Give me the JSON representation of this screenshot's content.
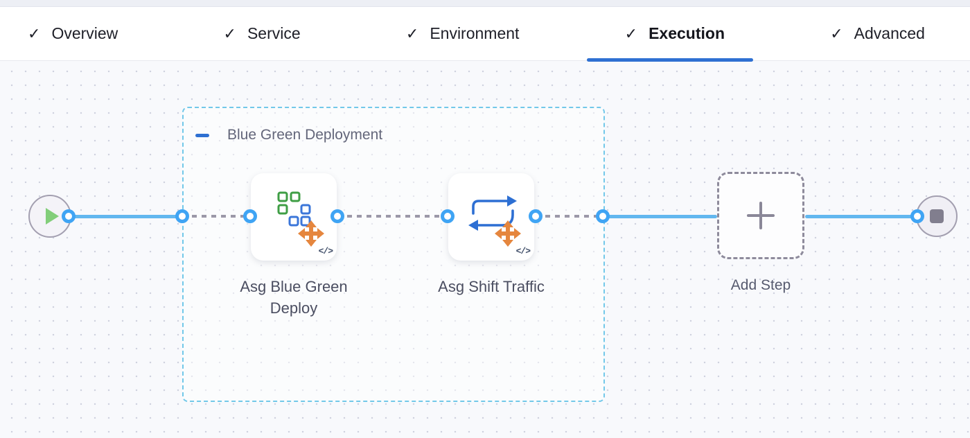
{
  "header": {
    "check_glyph": "✓",
    "tabs": [
      {
        "label": "Overview",
        "checked": true,
        "active": false
      },
      {
        "label": "Service",
        "checked": true,
        "active": false
      },
      {
        "label": "Environment",
        "checked": true,
        "active": false
      },
      {
        "label": "Execution",
        "checked": true,
        "active": true
      },
      {
        "label": "Advanced",
        "checked": true,
        "active": false
      }
    ]
  },
  "canvas": {
    "start_node": {
      "icon": "play"
    },
    "end_node": {
      "icon": "stop"
    },
    "group": {
      "title": "Blue Green Deployment",
      "collapse_icon": "minus"
    },
    "steps": [
      {
        "name": "Asg Blue Green Deploy",
        "icon": "asg-blue-green-deploy",
        "code_badge": "</>"
      },
      {
        "name": "Asg Shift Traffic",
        "icon": "asg-shift-traffic",
        "code_badge": "</>"
      }
    ],
    "add_step": {
      "label": "Add Step",
      "icon": "plus"
    }
  },
  "colors": {
    "accent_blue": "#2e70d2",
    "connector_blue": "#62b7ef",
    "port_blue": "#3fa4f4",
    "connector_gray": "#9b98a8",
    "group_border_cyan": "#72c8e9",
    "icon_orange": "#e5863e",
    "icon_green": "#3f9e45",
    "icon_blue": "#3b76d9",
    "play_green": "#82ce7a"
  }
}
